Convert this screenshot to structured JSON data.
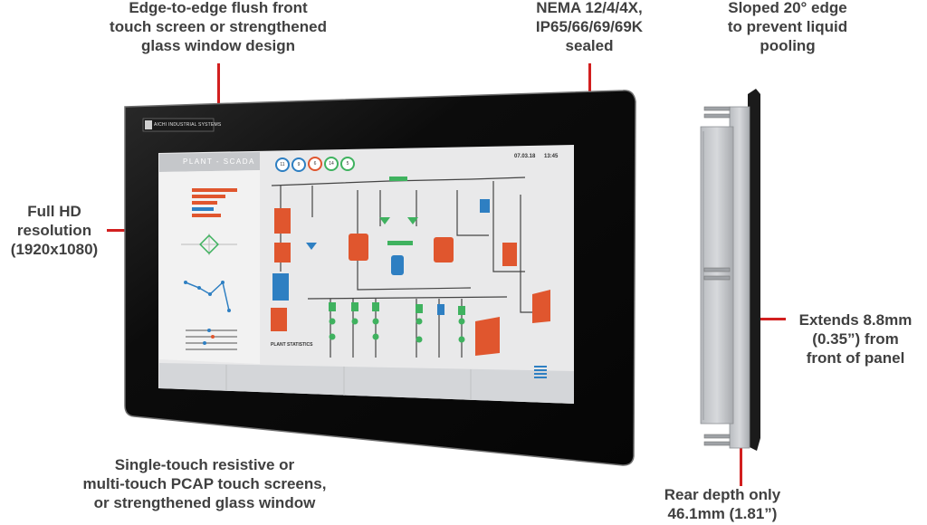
{
  "callouts": {
    "edge_to_edge": [
      "Edge-to-edge flush front",
      "touch screen or strengthened",
      "glass window design"
    ],
    "nema": [
      "NEMA 12/4/4X,",
      "IP65/66/69/69K",
      "sealed"
    ],
    "sloped": [
      "Sloped 20° edge",
      "to prevent liquid",
      "pooling"
    ],
    "full_hd": [
      "Full HD",
      "resolution",
      "(1920x1080)"
    ],
    "extends": [
      "Extends 8.8mm",
      "(0.35”) from",
      "front of panel"
    ],
    "touch": [
      "Single-touch resistive or",
      "multi-touch PCAP touch screens,",
      "or strengthened glass window"
    ],
    "rear_depth": [
      "Rear depth only",
      "46.1mm (1.81”)"
    ]
  },
  "screen": {
    "brand": "AICHI INDUSTRIAL SYSTEMS",
    "title": "PLANT - SCADA",
    "date": "07.03.18",
    "time": "13:45",
    "plant_statistics": "PLANT STATISTICS",
    "gauges": [
      "11",
      "9",
      "6",
      "14",
      "5"
    ]
  },
  "colors": {
    "accent": "#d21f1f",
    "bezel": "#0a0a0a",
    "screen_bg": "#e9e9ea",
    "tank_orange": "#e0562e",
    "tank_blue": "#2e7fc2",
    "valve_green": "#3fb25f"
  }
}
